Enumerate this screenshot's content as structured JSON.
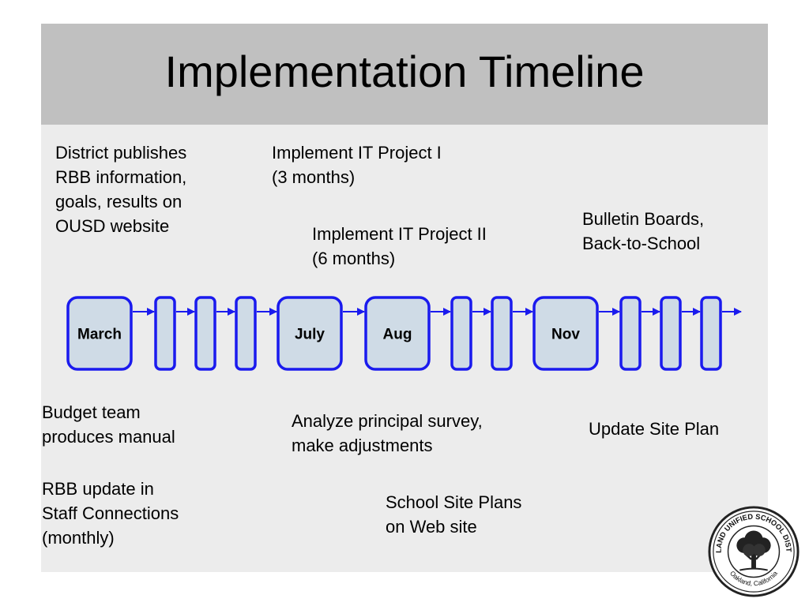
{
  "slide": {
    "title": "Implementation Timeline",
    "colors": {
      "title_bar": "#c0c0c0",
      "body": "#ececec",
      "box_fill": "#cfdbe6",
      "box_border": "#1a1aee",
      "arrow": "#1a1aee"
    }
  },
  "notes_above": {
    "district": "District publishes\nRBB information,\ngoals, results on\nOUSD website",
    "it_project_1": "Implement IT Project I\n(3 months)",
    "it_project_2": "Implement IT Project II\n(6 months)",
    "bulletin": "Bulletin Boards,\nBack-to-School"
  },
  "timeline": {
    "boxes": [
      {
        "label": "March",
        "kind": "month"
      },
      {
        "label": "",
        "kind": "tick"
      },
      {
        "label": "",
        "kind": "tick"
      },
      {
        "label": "",
        "kind": "tick"
      },
      {
        "label": "July",
        "kind": "month"
      },
      {
        "label": "Aug",
        "kind": "month"
      },
      {
        "label": "",
        "kind": "tick"
      },
      {
        "label": "",
        "kind": "tick"
      },
      {
        "label": "Nov",
        "kind": "month"
      },
      {
        "label": "",
        "kind": "tick"
      },
      {
        "label": "",
        "kind": "tick"
      },
      {
        "label": "",
        "kind": "tick"
      }
    ]
  },
  "notes_below": {
    "budget_team": "Budget team\nproduces manual",
    "rbb_update": "RBB update in\nStaff Connections\n(monthly)",
    "analyze_survey": "Analyze principal survey,\nmake adjustments",
    "school_site_plans": "School Site Plans\non Web site",
    "update_site_plan": "Update Site Plan"
  },
  "seal": {
    "top_text": "OAKLAND UNIFIED SCHOOL DISTRICT",
    "bottom_text": "Oakland, California",
    "icon": "oak-tree-icon"
  }
}
